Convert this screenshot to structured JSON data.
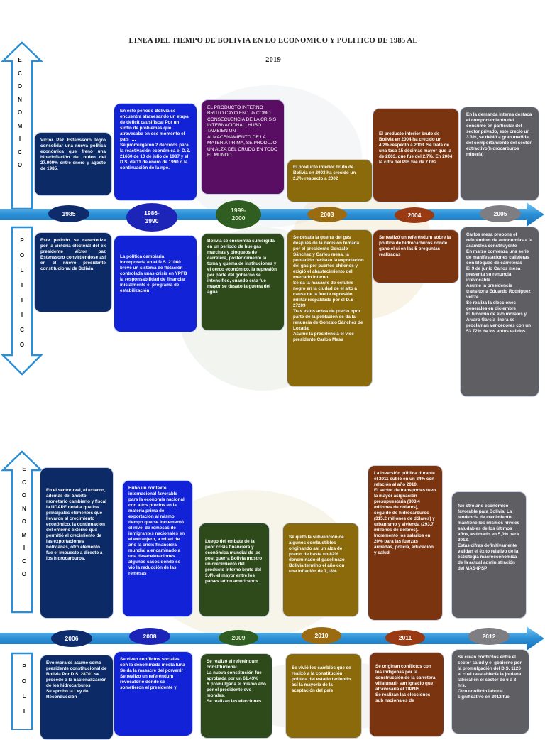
{
  "title": {
    "line1": "LINEA DEL TIEMPO DE BOLIVIA EN LO ECONOMICO Y POLITICO DE 1985 AL",
    "line2": "2019"
  },
  "axis_labels": {
    "economico": [
      "E",
      "C",
      "O",
      "N",
      "O",
      "M",
      "I",
      "C",
      "O"
    ],
    "politico": [
      "P",
      "O",
      "L",
      "I",
      "T",
      "I",
      "C",
      "O"
    ],
    "politico_short": [
      "P",
      "O",
      "L",
      "I"
    ]
  },
  "colors": {
    "arrow": "#2a8fd6",
    "navy": "#0b2a66",
    "blue": "#1222d6",
    "purple": "#5a0e63",
    "olive": "#8a6a0a",
    "brown": "#7a3510",
    "grey": "#5f5f63",
    "green": "#2e4a1a"
  },
  "timeline1": {
    "years": [
      "1985",
      "1986-\n1990",
      "1999-\n2000",
      "2003",
      "2004",
      "2005"
    ],
    "economico": [
      "Víctor Paz Estenssoro logro consolidar una nueva política económica que frenó una hiperinflación del orden del 27.000% entre enero y agosto de 1985,",
      "En este periodo Bolivia se encuentra atravesando un etapa de déficit causifiscal Por un sinfín de problemas que atravesaba en ese momento el país ….\nSe promulgaron 2 decretos para la reactivación económica el D.S. 21660 de 10 de julio de 1987 y el D.S. del11 de enero de 1990 o la continuación de la npe.",
      "EL PRODUCTO INTERNO BRUTO CAYO EN 1 % COMO CONSECUENCIA DE LA CRISIS INTERNACIONAL. HUBO TAMBIEN UN ALMACENAMIENTO DE LA MATERIA PRIMA, SE PRODUJO UN ALZA DEL CRUDO EN TODO EL MUNDO",
      "El producto interior bruto de Bolivia en 2003 ha crecido un 2,7% respecto a 2002",
      "El producto interior bruto de Bolivia en 2004 ha crecido un 4,2% respecto a 2003. Se trata de una tasa 15 décimas mayor que la de 2003, que fue del 2,7%. En 2004 la cifra del PIB fue de 7.062",
      "En la demanda interna destaca el comportamiento del consumo en particular del sector privado, este creció un 3.3%, se debió a gran medida del comportamiento del sector extractivo(hidrocarburos minería)"
    ],
    "politico": [
      "Este periodo se caracteriza por la victoria electoral del ex presidente Víctor paz Estenssoro convirtiéndose así en el nuevo presidente constitucional de Bolivia",
      "La política cambiaria incorporada en el D.S. 21060 breve un sistema de flotación controlada unas crisis en YPFB la responsabilidad de financiar inicialmente el programa de estabilización",
      "Bolivia se encuentra sumergida en un periodo de huelgas marchas y bloqueos de carretera, posteriormente la toma y quema de instituciones y el cerco económico, la represión por parte del gobierno se intensifico, cuando esta fue mayor se desato la guerra del agua",
      "Se desata la guerra del gas después de la decisión tomada por el presidente Gonzalo Sánchez y Carlos mesa, la población rechazo la exportación del gas por puertos chilenos y exigió el abastecimiento del mercado interno.\nSe da la masacre de octubre negro en la ciudad de el alto a causa de la fuerte represión militar respaldada por el D.S 27209\nTras estos actos de precio npor parte de la población se da la renuncia de Gonzalo Sánchez de Lozada.\nAsume la presidencia el vice presidente Carlos Mesa",
      "Se realizó un referéndum sobre la política de hidrocarburos donde gano el si en las 5 preguntas realizadas",
      "Carlos mesa propone el referéndum de autonomías a la asamblea constituyente\nEn marzo comienza una serie de manifestaciones callejeras con bloqueo de carreteras\nEl 9 de junio Carlos mesa presenta su renuncia irrevocable\nAsume la presidencia transitoria Eduardo Rodríguez veltze\nSe realiza la elecciones generales en diciembre\nEl binomio de evo morales y Álvaro García linera se proclaman vencedores con un 53.72% de los votos validos"
    ]
  },
  "timeline2": {
    "years": [
      "2006",
      "2008",
      "2009",
      "2010",
      "2011",
      "2012"
    ],
    "economico": [
      "En el sector real, el externo, además del ámbito monetario cambiario y fiscal la UDAPE detalla que los principales elementos que llevaron al crecimiento económico, la continuación del entorno externo que permitió el crecimiento de las exportaciones bolivianas, otro elemento fue el impuesto a directo a los hidrocarburos.",
      "Hubo un contexto internacional favorable para la economía nacional con altos precios en la materia prima de exportación al mismo tiempo que se incrementó el nivel de remesas de inmigrantes nacionales en el extranjero, a mitad de año la crisis financiera mundial a encaminado a una desaceleraciones algunos casos donde se vio la reducción de las remesas",
      "Luego del embate de la peor crisis financiera y económica mundial de las post guerra Bolivia mostro un crecimiento del producto interno bruto del 3.4% el mayor entre los países latino americanos",
      "Se quitó la subvención de algunos combustibles originando así un alza de precio de hasta un 82% denominado el gasolinazo\nBolivia termino el año con una inflación de 7,18%",
      "La inversión pública durante el 2011 subió en un 34% con relación al año 2010.\nEl sector de transportes tuvo la mayor asignación presupuestaria (803.4 millones de dólares), seguido de hidrocarburos (315.2 millones de dólares) y urbanismo y vivienda (293.7 millones de dólares).\nIncrementó los salarios en 20% para las fuerzas armadas, policía, educación y salud.",
      "fue otro año económico favorable para Bolivia. La tendencia de crecimiento mantiene los mismos niveles saludables de los últimos años, estimado en 5,0% para 2012.\nEstas cifras definitivamente validan el éxito relativo de la estrategia macroeconómica de la actual administración del MAS-IPSP"
    ],
    "politico": [
      "Evo morales asume como presidente constitucional de Bolivia Por D.S. 28701 se procede a la nacionalización de los hidrocarburos\nSe aprobó la Ley de Reconducción",
      "Se viven conflictos sociales con la denominada media luna\nSe da la masacre del porvenir\nSe realizo un referéndum revocatorio donde se sometieron el presidente y",
      "Se realizó el referéndum constitucional\nLa nueva constitución fue aprobada por un 61.43%\nY promulgada el mismo año por el presidente evo morales.\nSe realizan las elecciones",
      "Se vivió los cambios que se realizó a la constitución política del estado teniendo así la mayoría de la aceptación del país",
      "Se originan conflictos con los indígenas por la construcción de la carretera villatunari- san ignacio que atravesaría el TIPNIS.\nSe realizan las elecciones sub nacionales de",
      "Se crean conflictos entre el sector salud y el gobierno por la promulgación del D.S. 1126 el cual reestablecía la jordana laboral en el sector de 6 a 8 hrs.\nOtro conflicto laboral significativo en 2012 fue"
    ]
  }
}
